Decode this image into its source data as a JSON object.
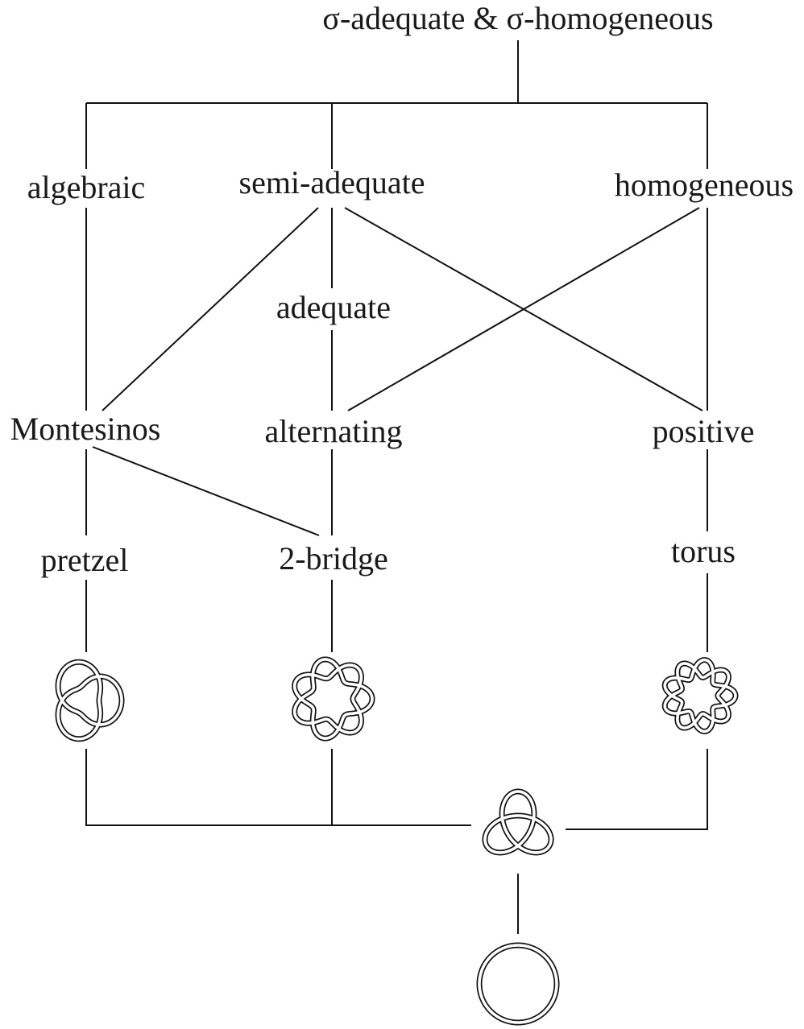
{
  "nodes": {
    "top": "σ-adequate & σ-homogeneous",
    "algebraic": "algebraic",
    "semi_adequate": "semi-adequate",
    "homogeneous": "homogeneous",
    "adequate": "adequate",
    "montesinos": "Montesinos",
    "alternating": "alternating",
    "positive": "positive",
    "pretzel": "pretzel",
    "two_bridge": "2-bridge",
    "torus": "torus"
  },
  "knots": {
    "pretzel_example": "pretzel-knot-icon",
    "two_bridge_example": "two-bridge-knot-icon",
    "torus_example": "torus-knot-icon",
    "trefoil": "trefoil-knot-icon",
    "unknot": "unknot-icon"
  }
}
